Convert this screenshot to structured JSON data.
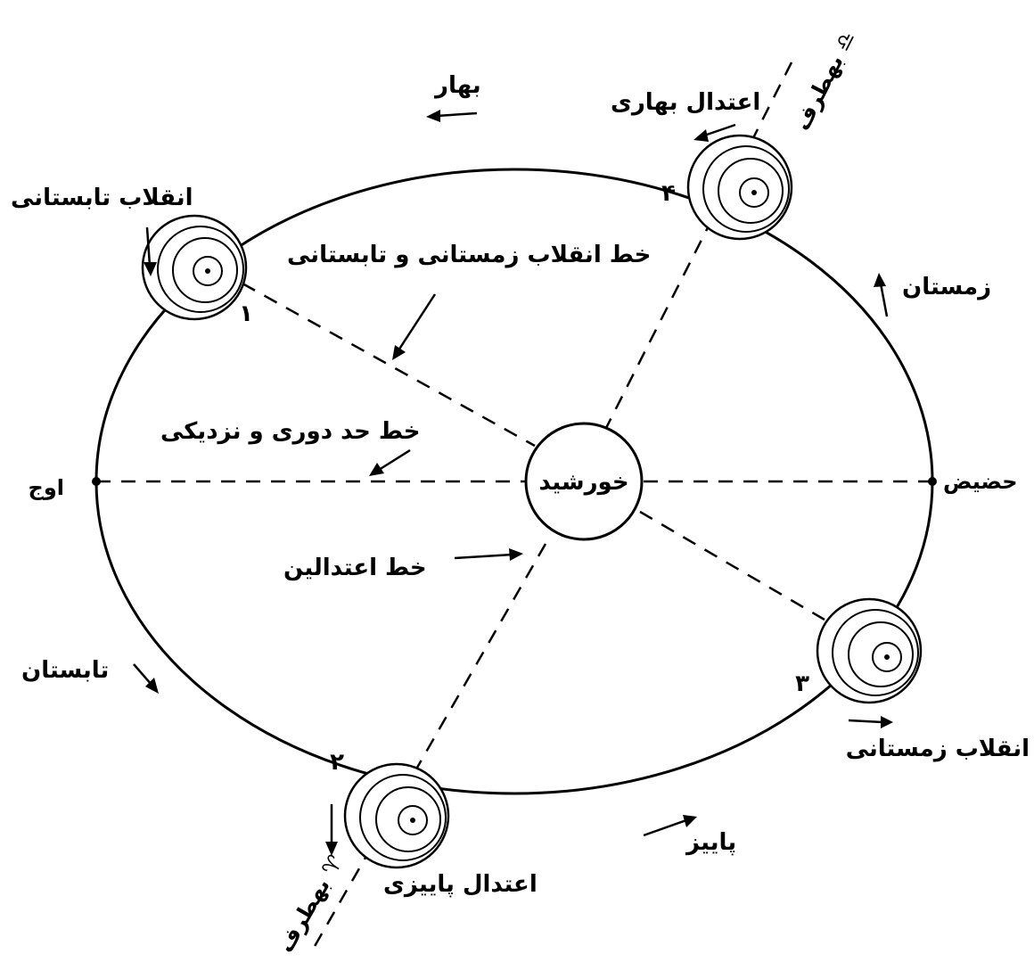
{
  "diagram": {
    "sun_label": "خورشید",
    "aphelion_label": "اوج",
    "perihelion_label": "حضیض",
    "apsides_line_label": "خط حد دوری و نزدیکی",
    "solstice_line_label": "خط انقلاب زمستانی و تابستانی",
    "equinox_line_label": "خط اعتدالین",
    "season_spring": "بهار",
    "season_summer": "تابستان",
    "season_autumn": "پاییز",
    "season_winter": "زمستان",
    "toward_top": "بهطرف ♎",
    "toward_bottom": "بهطرف ♈",
    "positions": [
      {
        "number": "۱",
        "label": "انقلاب تابستانی"
      },
      {
        "number": "۲",
        "label": "اعتدال پاییزی"
      },
      {
        "number": "۳",
        "label": "انقلاب زمستانی"
      },
      {
        "number": "۴",
        "label": "اعتدال بهاری"
      }
    ]
  }
}
